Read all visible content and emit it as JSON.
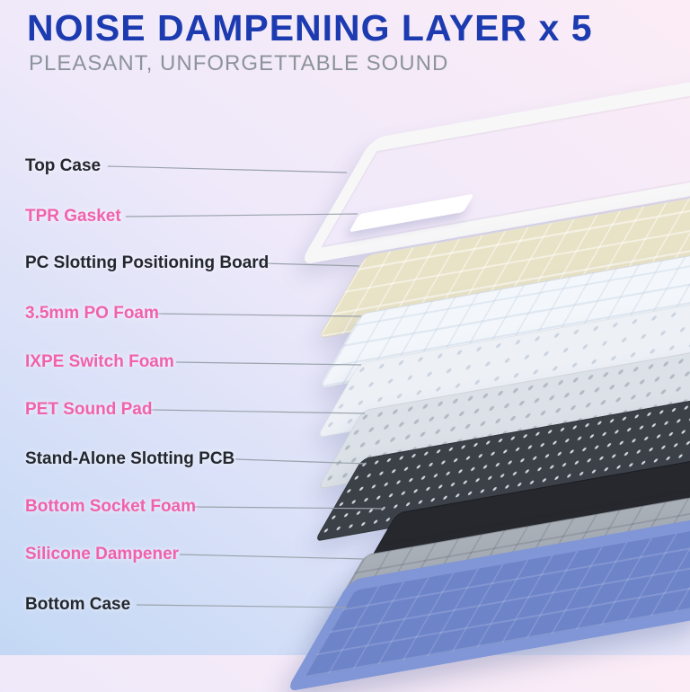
{
  "header": {
    "title": "NOISE DAMPENING LAYER x 5",
    "subtitle": "PLEASANT, UNFORGETTABLE SOUND"
  },
  "colors": {
    "title_blue": "#1d3bb0",
    "subtitle_gray": "#8d939b",
    "label_dark": "#23272e",
    "label_pink": "#f161ad",
    "line_gray": "#9aa2ab",
    "bg_pink": "#fcecf6",
    "bg_lavender": "#efe9fa",
    "bg_blue": "#c3d8f5",
    "top_case": "#f7f7f8",
    "tpr_gasket": "#ffffff",
    "pc_plate": "#e8e2c6",
    "po_foam": "#f3f7fb",
    "ixpe_foam": "#edf1f6",
    "pet_pad": "#dce1e7",
    "pcb": "#3c4148",
    "socket_foam": "#26282d",
    "silicone": "#a9afb7",
    "bottom_case": "#8096d6",
    "bottom_case_inner": "#6d84c9"
  },
  "labels": [
    {
      "text": "Top Case",
      "tone": "dark"
    },
    {
      "text": "TPR Gasket",
      "tone": "pink"
    },
    {
      "text": "PC Slotting Positioning Board",
      "tone": "dark"
    },
    {
      "text": "3.5mm PO Foam",
      "tone": "pink"
    },
    {
      "text": "IXPE Switch Foam",
      "tone": "pink"
    },
    {
      "text": "PET Sound Pad",
      "tone": "pink"
    },
    {
      "text": "Stand-Alone Slotting PCB",
      "tone": "dark"
    },
    {
      "text": "Bottom Socket Foam",
      "tone": "pink"
    },
    {
      "text": "Silicone Dampener",
      "tone": "pink"
    },
    {
      "text": "Bottom Case",
      "tone": "dark"
    }
  ],
  "layers": [
    {
      "id": "top-case"
    },
    {
      "id": "tpr-gasket"
    },
    {
      "id": "pc-slotting-positioning-board"
    },
    {
      "id": "po-foam"
    },
    {
      "id": "ixpe-switch-foam"
    },
    {
      "id": "pet-sound-pad"
    },
    {
      "id": "stand-alone-slotting-pcb"
    },
    {
      "id": "bottom-socket-foam"
    },
    {
      "id": "silicone-dampener"
    },
    {
      "id": "bottom-case"
    }
  ]
}
